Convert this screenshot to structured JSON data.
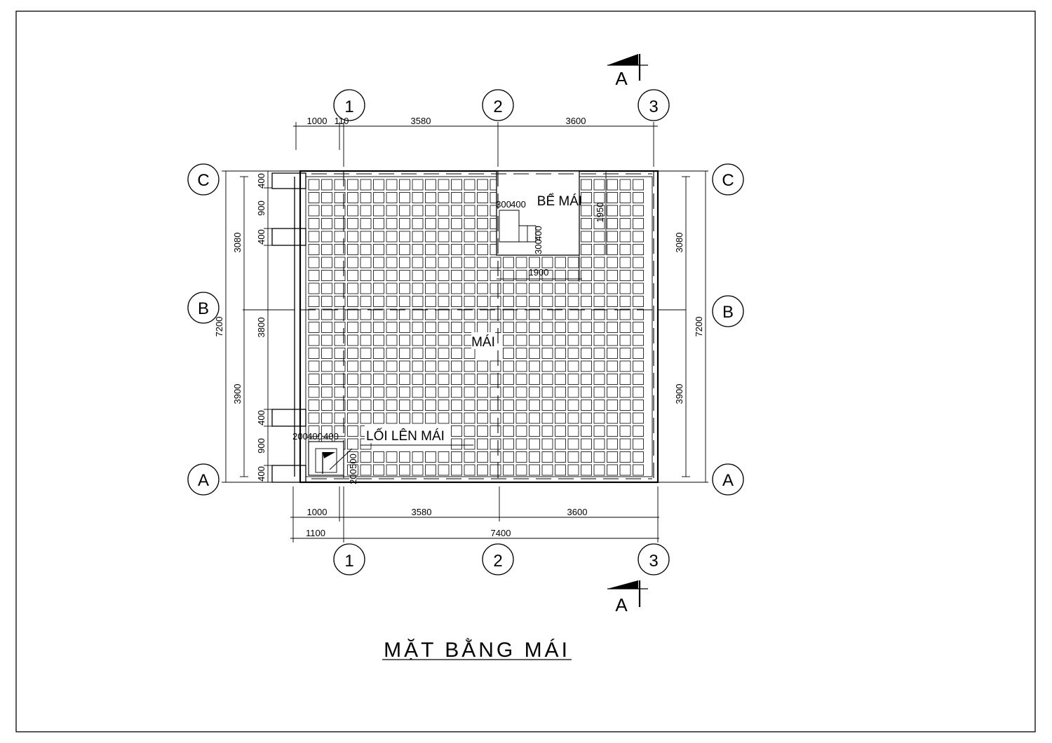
{
  "title": "MẶT BẰNG MÁI",
  "section_marker": "A",
  "labels": {
    "roof": "MÁI",
    "tank": "BỂ MÁI",
    "access": "LỐI LÊN MÁI"
  },
  "axes": {
    "columns": [
      "1",
      "2",
      "3"
    ],
    "rows": [
      "C",
      "B",
      "A"
    ]
  },
  "dimensions": {
    "top": [
      "1000",
      "110",
      "3580",
      "3600"
    ],
    "bottom_inner": [
      "1000",
      "3580",
      "3600"
    ],
    "bottom_outer": [
      "1100",
      "7400"
    ],
    "left_detail": [
      "400",
      "900",
      "400",
      "3800",
      "400",
      "900",
      "400"
    ],
    "left_mid": [
      "3080",
      "3900"
    ],
    "left_total": "7200",
    "right_mid": [
      "3080",
      "3900"
    ],
    "right_total": "7200",
    "tank": {
      "a": "300",
      "b": "400",
      "c": "300",
      "d": "400",
      "width": "1900",
      "height": "1950"
    },
    "access": {
      "a": "200",
      "b": "400",
      "c": "400",
      "d": "200",
      "e": "500"
    }
  },
  "colors": {
    "line": "#000000",
    "background": "#ffffff"
  }
}
